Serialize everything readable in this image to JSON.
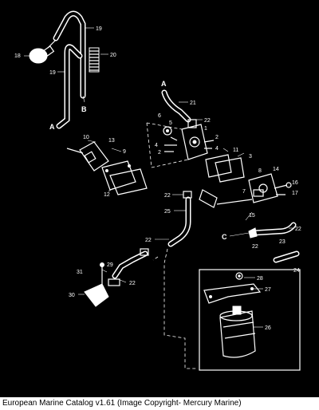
{
  "caption": "European Marine Catalog v1.61 (Image Copyright- Mercury Marine)",
  "callouts": {
    "c19a": "19",
    "c18": "18",
    "c20": "20",
    "c19b": "19",
    "cB": "B",
    "cA1": "A",
    "cA2": "A",
    "c21": "21",
    "c6": "6",
    "c5": "5",
    "c22a": "22",
    "c1": "1",
    "c4a": "4",
    "c2a": "2",
    "c2b": "2",
    "c4b": "4",
    "c10": "10",
    "c13": "13",
    "c9": "9",
    "c12": "12",
    "c11": "11",
    "c3": "3",
    "c8": "8",
    "c14": "14",
    "c16": "16",
    "c7": "7",
    "c17": "17",
    "c22b": "22",
    "c25": "25",
    "c15": "15",
    "cC": "C",
    "c22c": "22",
    "c22d": "22",
    "c23": "23",
    "c22e": "22",
    "c24": "24",
    "c31": "31",
    "c29": "29",
    "c22f": "22",
    "c30": "30",
    "c28": "28",
    "c27": "27",
    "c26": "26"
  }
}
